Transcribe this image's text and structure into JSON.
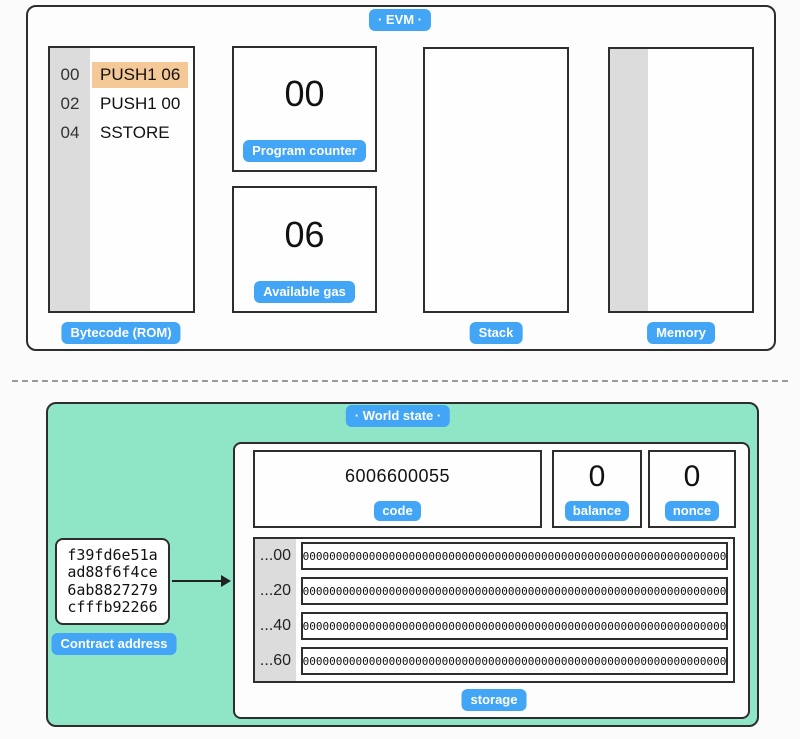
{
  "colors": {
    "badge_blue": "#42a5f5",
    "highlight_orange": "#f4c897",
    "world_state_green": "#8fe6c7",
    "gray_strip": "#dcdcdc",
    "border_dark": "#2e2e2e"
  },
  "evm": {
    "badge": "· EVM ·",
    "bytecode": {
      "badge": "Bytecode (ROM)",
      "rows": [
        {
          "offset": "00",
          "instruction": "PUSH1 06",
          "highlighted": true
        },
        {
          "offset": "02",
          "instruction": "PUSH1 00",
          "highlighted": false
        },
        {
          "offset": "04",
          "instruction": "SSTORE",
          "highlighted": false
        }
      ]
    },
    "program_counter": {
      "value": "00",
      "badge": "Program counter"
    },
    "available_gas": {
      "value": "06",
      "badge": "Available gas"
    },
    "stack": {
      "badge": "Stack"
    },
    "memory": {
      "badge": "Memory"
    }
  },
  "world_state": {
    "badge": "· World state ·",
    "contract_address": {
      "badge": "Contract address",
      "line1": "f39fd6e51a",
      "line2": "ad88f6f4ce",
      "line3": "6ab8827279",
      "line4": "cfffb92266"
    },
    "account": {
      "code": {
        "value": "6006600055",
        "badge": "code"
      },
      "balance": {
        "value": "0",
        "badge": "balance"
      },
      "nonce": {
        "value": "0",
        "badge": "nonce"
      },
      "storage": {
        "badge": "storage",
        "rows": [
          {
            "offset": "...00",
            "value": "0000000000000000000000000000000000000000000000000000000000000000"
          },
          {
            "offset": "...20",
            "value": "0000000000000000000000000000000000000000000000000000000000000000"
          },
          {
            "offset": "...40",
            "value": "0000000000000000000000000000000000000000000000000000000000000000"
          },
          {
            "offset": "...60",
            "value": "0000000000000000000000000000000000000000000000000000000000000000"
          }
        ]
      }
    }
  }
}
